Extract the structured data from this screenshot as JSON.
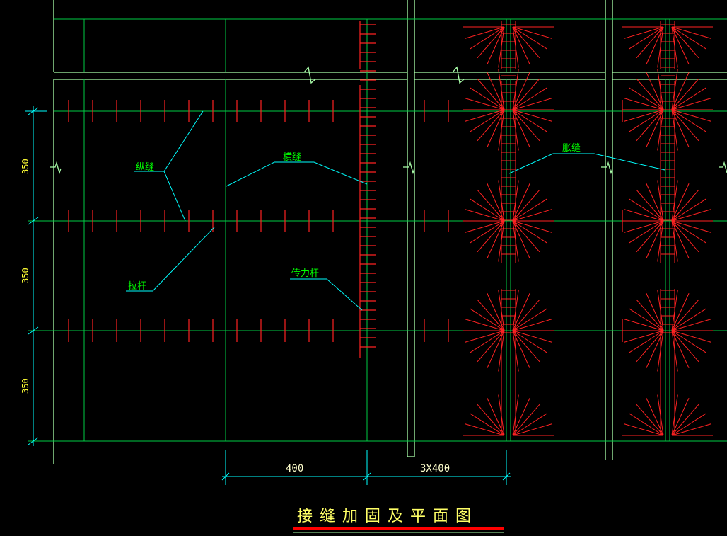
{
  "drawing": {
    "title": "接缝加固及平面图",
    "colors": {
      "background": "#000000",
      "grid": "#00cc44",
      "outline": "#aaffaa",
      "rebar": "#ff2222",
      "leader": "#00ffff",
      "label": "#00ff00",
      "dimension": "#ffff33",
      "title_underline": "#ff0000"
    }
  },
  "labels": {
    "zongfeng": "纵缝",
    "hengfeng": "横缝",
    "zhangfeng": "胀缝",
    "lagan": "拉杆",
    "chuanligan": "传力杆"
  },
  "dimensions": {
    "vertical_1": "350",
    "vertical_2": "350",
    "vertical_3": "350",
    "horizontal_1": "400",
    "horizontal_2": "3X400"
  }
}
